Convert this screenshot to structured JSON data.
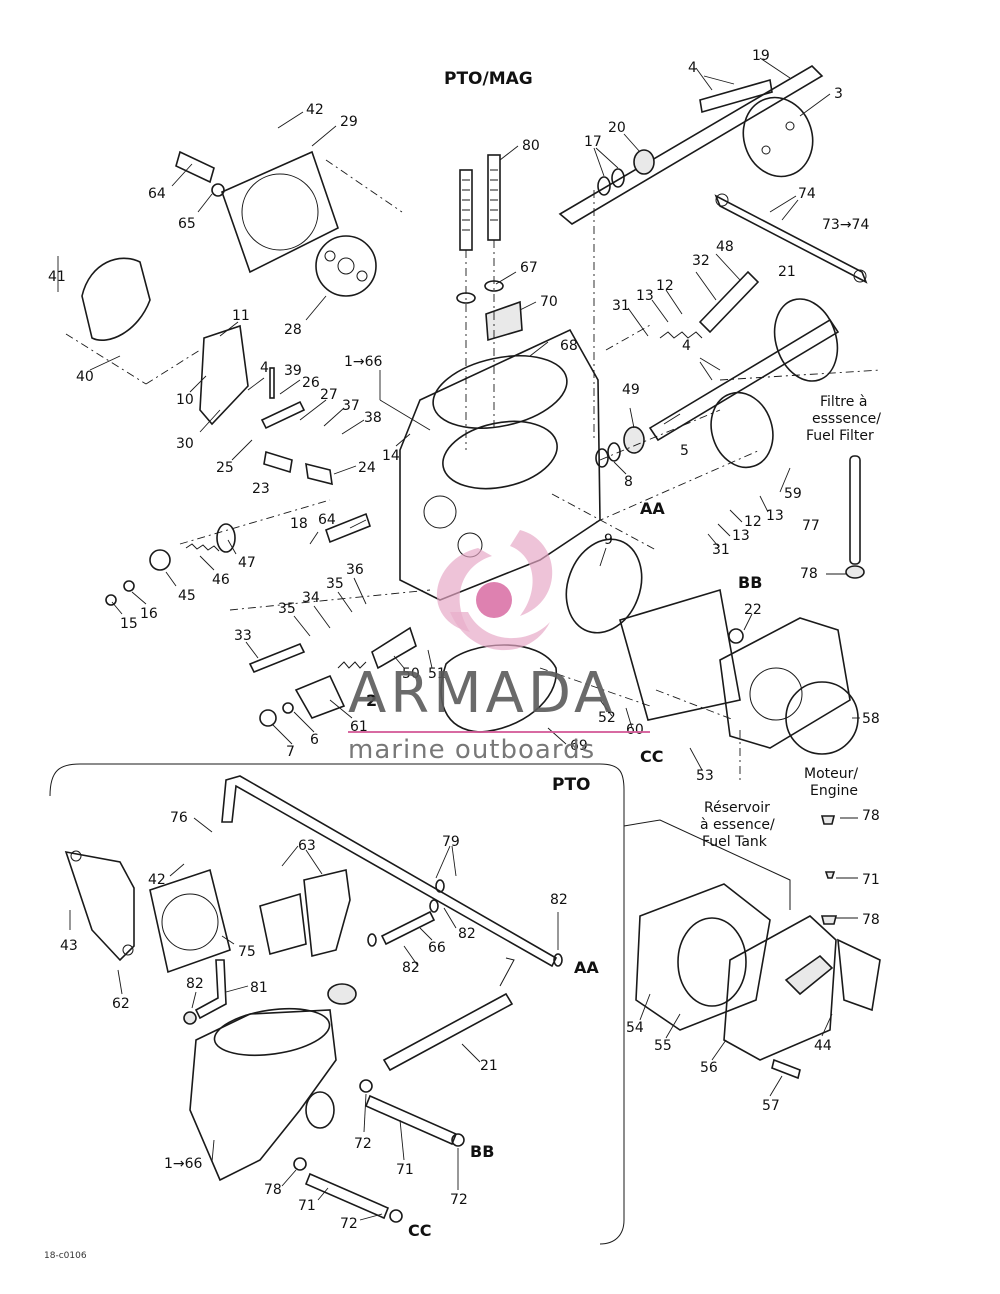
{
  "headers": {
    "pto_mag": "PTO/MAG",
    "pto": "PTO"
  },
  "notes": {
    "fuel_filter_l1": "Filtre à",
    "fuel_filter_l2": "esssence/",
    "fuel_filter_l3": "Fuel Filter",
    "engine_l1": "Moteur/",
    "engine_l2": "Engine",
    "tank_l1": "Réservoir",
    "tank_l2": "à essence/",
    "tank_l3": "Fuel Tank"
  },
  "connectors": {
    "aa": "AA",
    "bb": "BB",
    "cc": "CC"
  },
  "part_numbers": [
    "19",
    "3",
    "4",
    "17",
    "20",
    "80",
    "42",
    "29",
    "64",
    "65",
    "41",
    "28",
    "67",
    "70",
    "74",
    "73→74",
    "48",
    "32",
    "21",
    "12",
    "13",
    "31",
    "11",
    "4",
    "1→66",
    "68",
    "40",
    "10",
    "39",
    "26",
    "27",
    "37",
    "38",
    "30",
    "25",
    "23",
    "24",
    "14",
    "49",
    "8",
    "5",
    "AA",
    "Filtre",
    "18",
    "64",
    "36",
    "35",
    "34",
    "47",
    "46",
    "45",
    "16",
    "15",
    "33",
    "50",
    "51",
    "2",
    "61",
    "7",
    "6",
    "9",
    "59",
    "77",
    "78",
    "22",
    "58"
  ],
  "labels": {
    "n19": "19",
    "n3": "3",
    "n4a": "4",
    "n17": "17",
    "n20": "20",
    "n80": "80",
    "n42": "42",
    "n29": "29",
    "n64a": "64",
    "n65": "65",
    "n41": "41",
    "n28": "28",
    "n67": "67",
    "n70": "70",
    "n74": "74",
    "n73_74": "73→74",
    "n48": "48",
    "n32": "32",
    "n21a": "21",
    "n13a": "13",
    "n12a": "12",
    "n31a": "31",
    "n11": "11",
    "n4b": "4",
    "n1_66a": "1→66",
    "n68": "68",
    "n40": "40",
    "n10": "10",
    "n39": "39",
    "n26": "26",
    "n27": "27",
    "n37": "37",
    "n38": "38",
    "n4c": "4",
    "n30": "30",
    "n25": "25",
    "n23": "23",
    "n24": "24",
    "n14": "14",
    "n49": "49",
    "n8": "8",
    "n5": "5",
    "n18": "18",
    "n64b": "64",
    "n36": "36",
    "n35a": "35",
    "n34": "34",
    "n35b": "35",
    "n47": "47",
    "n46": "46",
    "n45": "45",
    "n16": "16",
    "n15": "15",
    "n33": "33",
    "n50": "50",
    "n51": "51",
    "n2": "2",
    "n61": "61",
    "n7": "7",
    "n6": "6",
    "n9": "9",
    "n59": "59",
    "n13b": "13",
    "n12b": "12",
    "n13c": "13",
    "n31b": "31",
    "n77": "77",
    "n78a": "78",
    "n22": "22",
    "n58": "58",
    "n52": "52",
    "n60": "60",
    "n69": "69",
    "n53": "53",
    "n78b": "78",
    "n71a": "71",
    "n78c": "78",
    "n76": "76",
    "n63": "63",
    "n79": "79",
    "n42b": "42",
    "n43": "43",
    "n75": "75",
    "n62": "62",
    "n82a": "82",
    "n81": "81",
    "n66": "66",
    "n82b": "82",
    "n82c": "82",
    "n82d": "82",
    "n21b": "21",
    "n54": "54",
    "n55": "55",
    "n56": "56",
    "n44": "44",
    "n57": "57",
    "n72a": "72",
    "n71b": "71",
    "n72b": "72",
    "n1_66b": "1→66",
    "n78d": "78",
    "n71c": "71",
    "n72c": "72"
  },
  "watermark": {
    "brand": "ARMADA",
    "tagline": "marine outboards",
    "logo_colors": {
      "pink": "#e7a7c6",
      "magenta": "#d45a98",
      "grey": "#5a5a5a"
    }
  },
  "figure_code": "18-c0106"
}
